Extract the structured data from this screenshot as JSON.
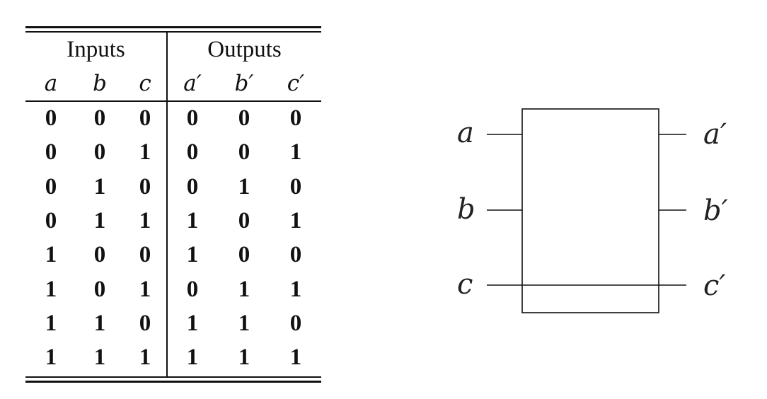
{
  "table": {
    "group_inputs": "Inputs",
    "group_outputs": "Outputs",
    "columns": [
      "a",
      "b",
      "c",
      "a′",
      "b′",
      "c′"
    ],
    "rows": [
      [
        "0",
        "0",
        "0",
        "0",
        "0",
        "0"
      ],
      [
        "0",
        "0",
        "1",
        "0",
        "0",
        "1"
      ],
      [
        "0",
        "1",
        "0",
        "0",
        "1",
        "0"
      ],
      [
        "0",
        "1",
        "1",
        "1",
        "0",
        "1"
      ],
      [
        "1",
        "0",
        "0",
        "1",
        "0",
        "0"
      ],
      [
        "1",
        "0",
        "1",
        "0",
        "1",
        "1"
      ],
      [
        "1",
        "1",
        "0",
        "1",
        "1",
        "0"
      ],
      [
        "1",
        "1",
        "1",
        "1",
        "1",
        "1"
      ]
    ]
  },
  "gate": {
    "inputs": [
      "a",
      "b",
      "c"
    ],
    "outputs": [
      "a′",
      "b′",
      "c′"
    ]
  }
}
